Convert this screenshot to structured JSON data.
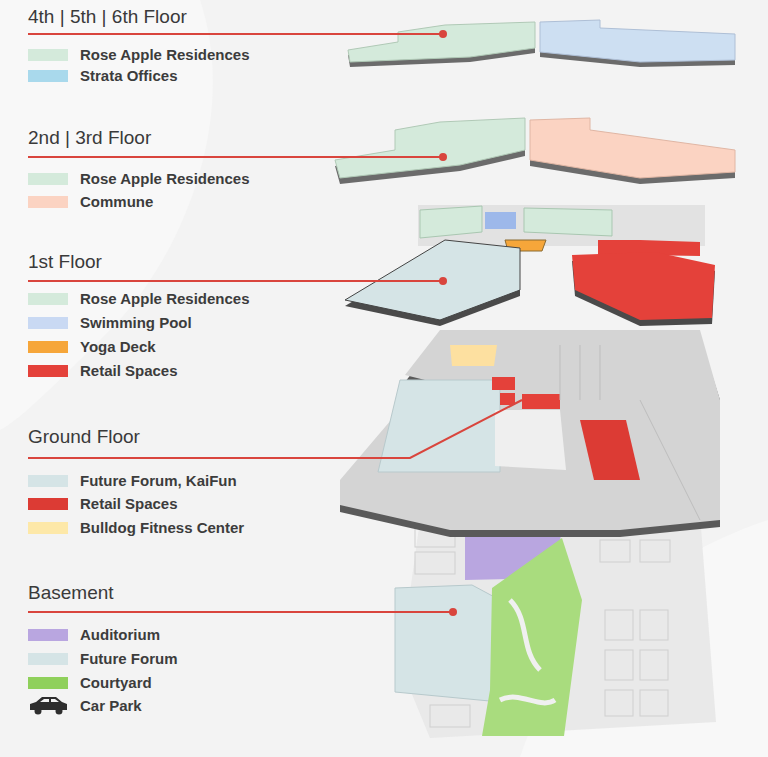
{
  "diagram": {
    "labels": [
      "4th | 5th | 6th Floor",
      "2nd | 3rd Floor",
      "1st Floor",
      "Ground Floor",
      "Basement"
    ],
    "legend": [
      {
        "text": "Rose Apple Residences",
        "color": "#d4eadb"
      },
      {
        "text": "Strata Offices",
        "color": "#a9d9ec"
      },
      {
        "text": "Rose Apple Residences",
        "color": "#d4eadb"
      },
      {
        "text": "Commune",
        "color": "#fbd3c2"
      },
      {
        "text": "Rose Apple Residences",
        "color": "#d4eadb"
      },
      {
        "text": "Swimming Pool",
        "color": "#c9d9f3"
      },
      {
        "text": "Yoga Deck",
        "color": "#f6a63a"
      },
      {
        "text": "Retail Spaces",
        "color": "#e4413a"
      },
      {
        "text": "Future Forum, KaiFun",
        "color": "#d5e4e6"
      },
      {
        "text": "Retail Spaces",
        "color": "#dc3b34"
      },
      {
        "text": "Bulldog  Fitness Center",
        "color": "#fde8a8"
      },
      {
        "text": "Auditorium",
        "color": "#b9a6e0"
      },
      {
        "text": "Future Forum",
        "color": "#d5e4e6"
      },
      {
        "text": "Courtyard",
        "color": "#8fd05b"
      },
      {
        "text": "Car Park"
      }
    ]
  }
}
